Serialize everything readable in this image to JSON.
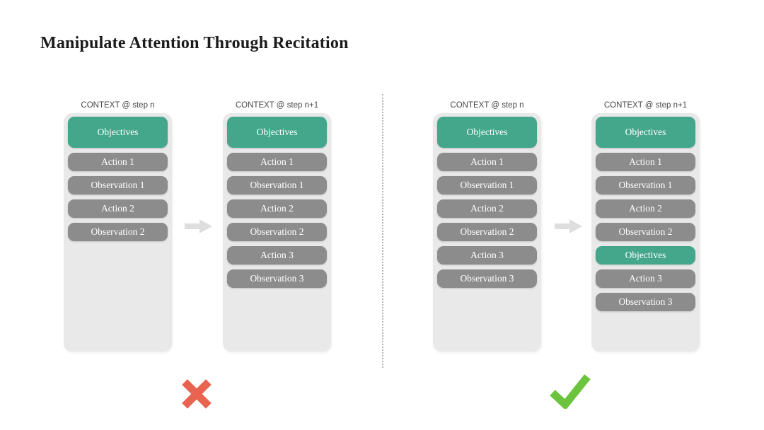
{
  "title": "Manipulate Attention Through Recitation",
  "colors": {
    "objectives_green": "#44a78c",
    "step_gray": "#8c8c8c",
    "container_gray": "#e9e9e9",
    "arrow_gray": "#dedede",
    "cross_red": "#e86450",
    "check_green": "#6cc43e",
    "divider_gray": "#b3b3b3",
    "header_text": "#474747",
    "title_text": "#1b1b1b",
    "pill_text": "#ffffff"
  },
  "panels": [
    {
      "id": "without-recitation",
      "verdict": "cross",
      "columns": [
        {
          "header": "CONTEXT @ step n",
          "pills": [
            {
              "label": "Objectives",
              "kind": "objectives",
              "tall": true
            },
            {
              "label": "Action 1",
              "kind": "step"
            },
            {
              "label": "Observation 1",
              "kind": "step"
            },
            {
              "label": "Action 2",
              "kind": "step"
            },
            {
              "label": "Observation 2",
              "kind": "step"
            }
          ]
        },
        {
          "header": "CONTEXT @ step n+1",
          "pills": [
            {
              "label": "Objectives",
              "kind": "objectives",
              "tall": true
            },
            {
              "label": "Action 1",
              "kind": "step"
            },
            {
              "label": "Observation 1",
              "kind": "step"
            },
            {
              "label": "Action 2",
              "kind": "step"
            },
            {
              "label": "Observation 2",
              "kind": "step"
            },
            {
              "label": "Action 3",
              "kind": "step"
            },
            {
              "label": "Observation 3",
              "kind": "step"
            }
          ]
        }
      ]
    },
    {
      "id": "with-recitation",
      "verdict": "check",
      "columns": [
        {
          "header": "CONTEXT @ step n",
          "pills": [
            {
              "label": "Objectives",
              "kind": "objectives",
              "tall": true
            },
            {
              "label": "Action 1",
              "kind": "step"
            },
            {
              "label": "Observation 1",
              "kind": "step"
            },
            {
              "label": "Action 2",
              "kind": "step"
            },
            {
              "label": "Observation 2",
              "kind": "step"
            },
            {
              "label": "Action 3",
              "kind": "step"
            },
            {
              "label": "Observation 3",
              "kind": "step"
            }
          ]
        },
        {
          "header": "CONTEXT @ step n+1",
          "pills": [
            {
              "label": "Objectives",
              "kind": "objectives",
              "tall": true
            },
            {
              "label": "Action 1",
              "kind": "step"
            },
            {
              "label": "Observation 1",
              "kind": "step"
            },
            {
              "label": "Action 2",
              "kind": "step"
            },
            {
              "label": "Observation 2",
              "kind": "step"
            },
            {
              "label": "Objectives",
              "kind": "objectives"
            },
            {
              "label": "Action 3",
              "kind": "step"
            },
            {
              "label": "Observation 3",
              "kind": "step"
            }
          ]
        }
      ]
    }
  ]
}
